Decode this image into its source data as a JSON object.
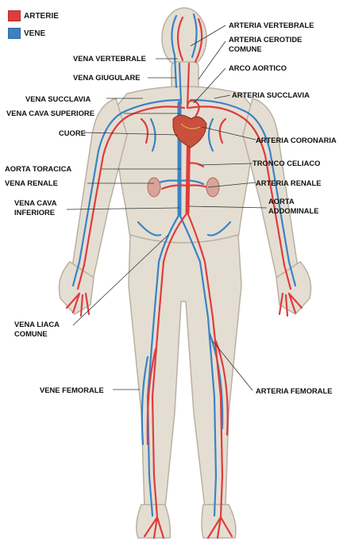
{
  "legend": {
    "arteries": {
      "label": "ARTERIE",
      "color": "#e03c3c"
    },
    "veins": {
      "label": "VENE",
      "color": "#3b82c4"
    }
  },
  "colors": {
    "body": "#e4ded2",
    "outline": "#b9b0a2",
    "artery": "#e03c3c",
    "vein": "#3b82c4",
    "heart": "#c8503c"
  },
  "labels": {
    "arteria_vertebrale": "ARTERIA VERTEBRALE",
    "arteria_cerotide_1": "ARTERIA CEROTIDE",
    "arteria_cerotide_2": "COMUNE",
    "arco_aortico": "ARCO AORTICO",
    "arteria_succlavia": "ARTERIA SUCCLAVIA",
    "arteria_coronaria": "ARTERIA CORONARIA",
    "tronco_celiaco": "TRONCO CELIACO",
    "arteria_renale": "ARTERIA RENALE",
    "aorta_addominale_1": "AORTA",
    "aorta_addominale_2": "ADDOMINALE",
    "arteria_femorale": "ARTERIA FEMORALE",
    "vena_vertebrale": "VENA VERTEBRALE",
    "vena_giugulare": "VENA GIUGULARE",
    "vena_succlavia": "VENA SUCCLAVIA",
    "vena_cava_superiore": "VENA CAVA SUPERIORE",
    "cuore": "CUORE",
    "aorta_toracica": "AORTA TORACICA",
    "vena_renale": "VENA RENALE",
    "vena_cava_inferiore_1": "VENA CAVA",
    "vena_cava_inferiore_2": "INFERIORE",
    "vena_liaca_1": "VENA LIACA",
    "vena_liaca_2": "COMUNE",
    "vene_femorale": "VENE FEMORALE"
  }
}
